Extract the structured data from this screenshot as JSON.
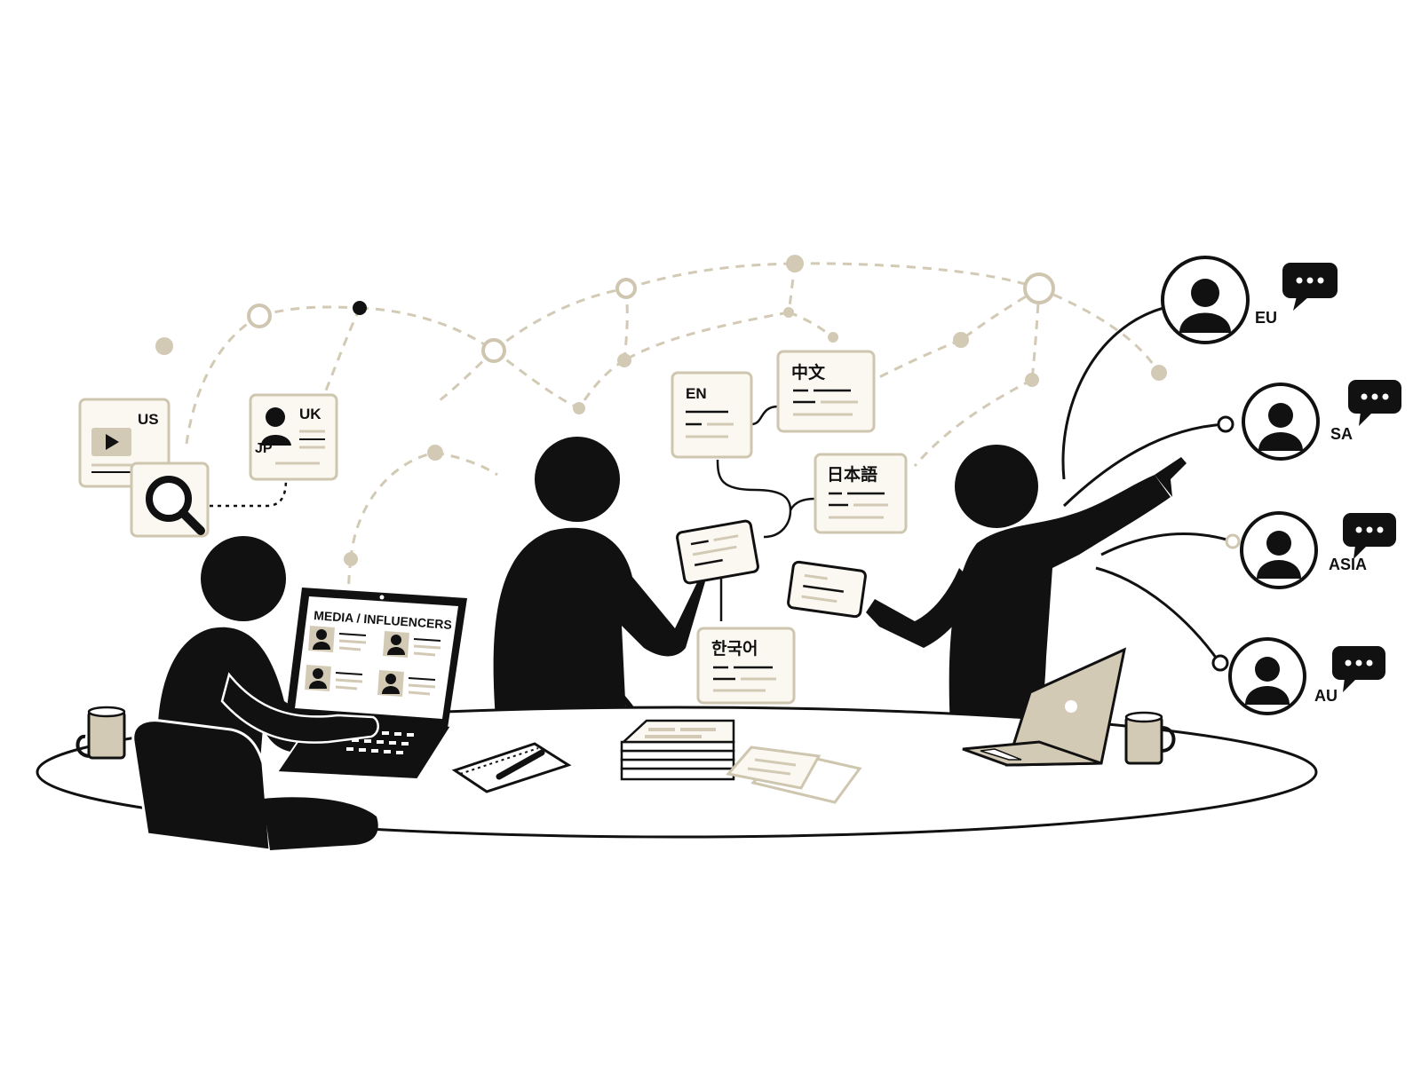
{
  "colors": {
    "ink": "#111111",
    "beige": "#ddd6c4",
    "beige_dark": "#c8bfa9",
    "paper": "#fbf8f1",
    "white": "#ffffff"
  },
  "laptop_screen": {
    "title": "MEDIA / INFLUENCERS"
  },
  "region_cards": {
    "us": "US",
    "uk": "UK",
    "jp": "JP"
  },
  "language_cards": {
    "en": "EN",
    "zh": "中文",
    "ja": "日本語",
    "ko": "한국어"
  },
  "audience_regions": [
    {
      "code": "EU"
    },
    {
      "code": "SA"
    },
    {
      "code": "ASIA"
    },
    {
      "code": "AU"
    }
  ],
  "icons": {
    "search": "magnifier-icon",
    "play": "play-icon",
    "chat": "chat-bubble-icon",
    "user": "user-avatar-icon"
  }
}
